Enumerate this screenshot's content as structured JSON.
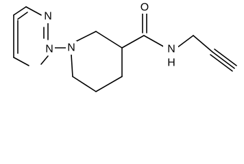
{
  "molecule": {
    "atoms": {
      "n_pyrimidine_top": "N",
      "n_pyrimidine_bottom": "N",
      "n_piperidine": "N",
      "o_carbonyl": "O",
      "n_amide": "N",
      "h_amide": "H"
    },
    "colors": {
      "bond": "#000000",
      "label": "#000000",
      "background": "#ffffff"
    }
  }
}
